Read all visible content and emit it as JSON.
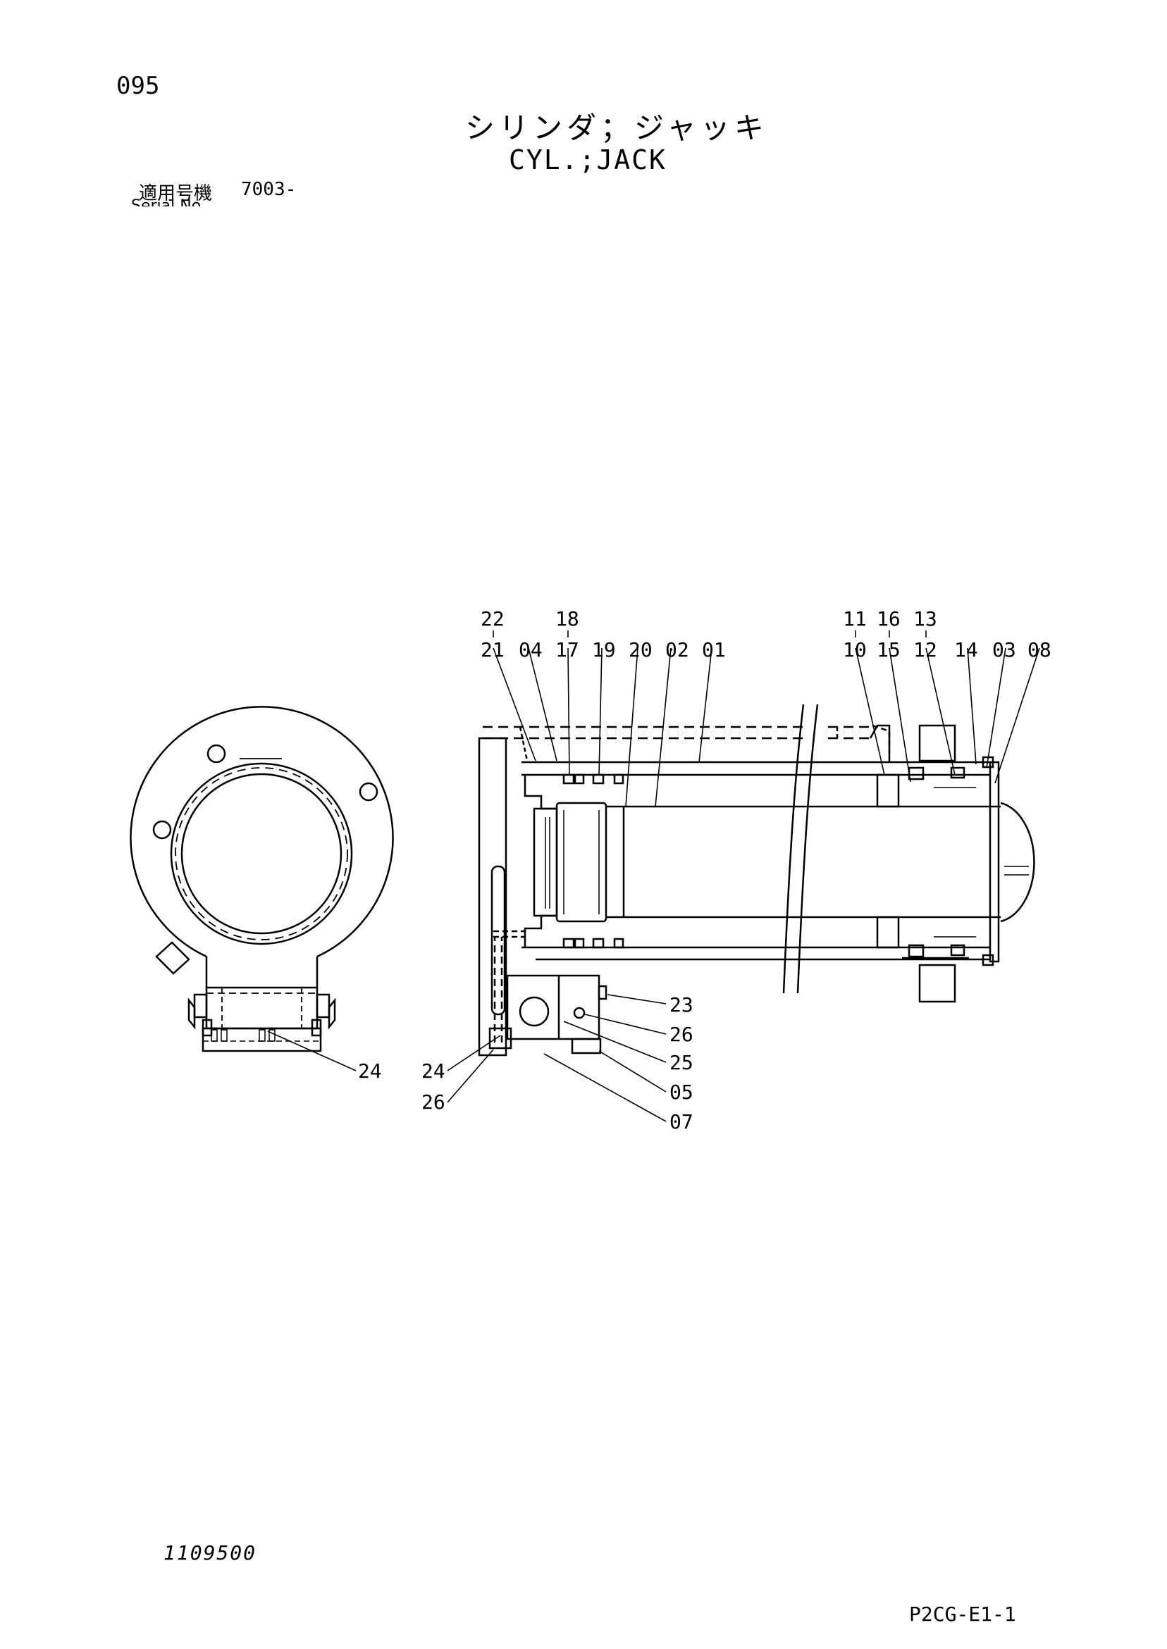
{
  "header": {
    "page_code": "095",
    "title_jp": "シリンダ；ジャッキ",
    "title_en": "CYL.;JACK",
    "serial_label": "適用号機",
    "serial_label_en": "Serial No.",
    "serial_value": "7003-"
  },
  "footer": {
    "doc_number": "1109500",
    "page_ref": "P2CG-E1-1"
  },
  "callouts": {
    "top_row1": [
      "22",
      "18",
      "11",
      "16",
      "13"
    ],
    "top_row2": [
      "21",
      "04",
      "17",
      "19",
      "20",
      "02",
      "01",
      "10",
      "15",
      "12",
      "14",
      "03",
      "08"
    ],
    "right": [
      "23",
      "26",
      "25",
      "05",
      "07"
    ],
    "left_bottom": [
      "24",
      "26"
    ],
    "end_view": [
      "24"
    ]
  }
}
